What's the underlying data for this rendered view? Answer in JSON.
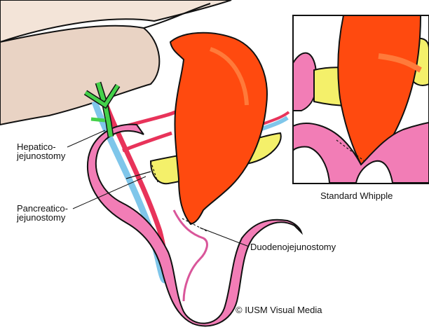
{
  "labels": {
    "hepaticojejunostomy": [
      "Hepatico-",
      "jejunostomy"
    ],
    "pancreaticojejunostomy": [
      "Pancreatico-",
      "jejunostomy"
    ],
    "duodenojejunostomy": "Duodenojejunostomy",
    "inset_caption": "Standard Whipple",
    "credit": "© IUSM Visual Media"
  },
  "colors": {
    "liver": "#e9d3c4",
    "stomach": "#ff4a0f",
    "stomach_highlight": "#ff7a3a",
    "jejunum": "#f27db6",
    "jejunum_shade": "#d9569a",
    "pancreas": "#f4f06a",
    "bile_duct": "#44d14a",
    "artery": "#e8335a",
    "vein": "#7fc6ea",
    "outline": "#111111"
  },
  "icons": [
    "scissors-free-illustration"
  ]
}
